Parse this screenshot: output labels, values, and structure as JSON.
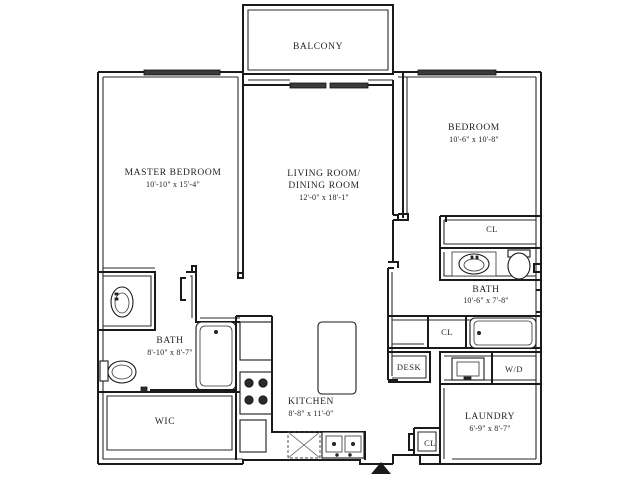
{
  "plan": {
    "title": "Apartment Floor Plan",
    "background_color": "#ffffff",
    "line_color": "#1a1a1a",
    "entry_marker": "entry-arrow"
  },
  "rooms": [
    {
      "key": "balcony",
      "name": "BALCONY",
      "dim": ""
    },
    {
      "key": "master_bedroom",
      "name": "MASTER BEDROOM",
      "dim": "10'-10\" x 15'-4\""
    },
    {
      "key": "living_dining",
      "name": "LIVING ROOM/",
      "name2": "DINING ROOM",
      "dim": "12'-0\" x 18'-1\""
    },
    {
      "key": "bedroom",
      "name": "BEDROOM",
      "dim": "10'-6\" x 10'-8\""
    },
    {
      "key": "bath_right",
      "name": "BATH",
      "dim": "10'-6\" x 7'-8\""
    },
    {
      "key": "bath_left",
      "name": "BATH",
      "dim": "8'-10\" x 8'-7\""
    },
    {
      "key": "kitchen",
      "name": "KITCHEN",
      "dim": "8'-8\" x 11'-0\""
    },
    {
      "key": "laundry",
      "name": "LAUNDRY",
      "dim": "6'-9\" x 8'-7\""
    },
    {
      "key": "wic",
      "name": "WIC",
      "dim": ""
    }
  ],
  "closets": [
    {
      "key": "cl_bedroom",
      "label": "CL"
    },
    {
      "key": "cl_hall",
      "label": "CL"
    },
    {
      "key": "cl_laundry",
      "label": "CL"
    }
  ],
  "features": [
    {
      "key": "desk",
      "label": "DESK"
    },
    {
      "key": "washer_dryer",
      "label": "W/D"
    }
  ]
}
